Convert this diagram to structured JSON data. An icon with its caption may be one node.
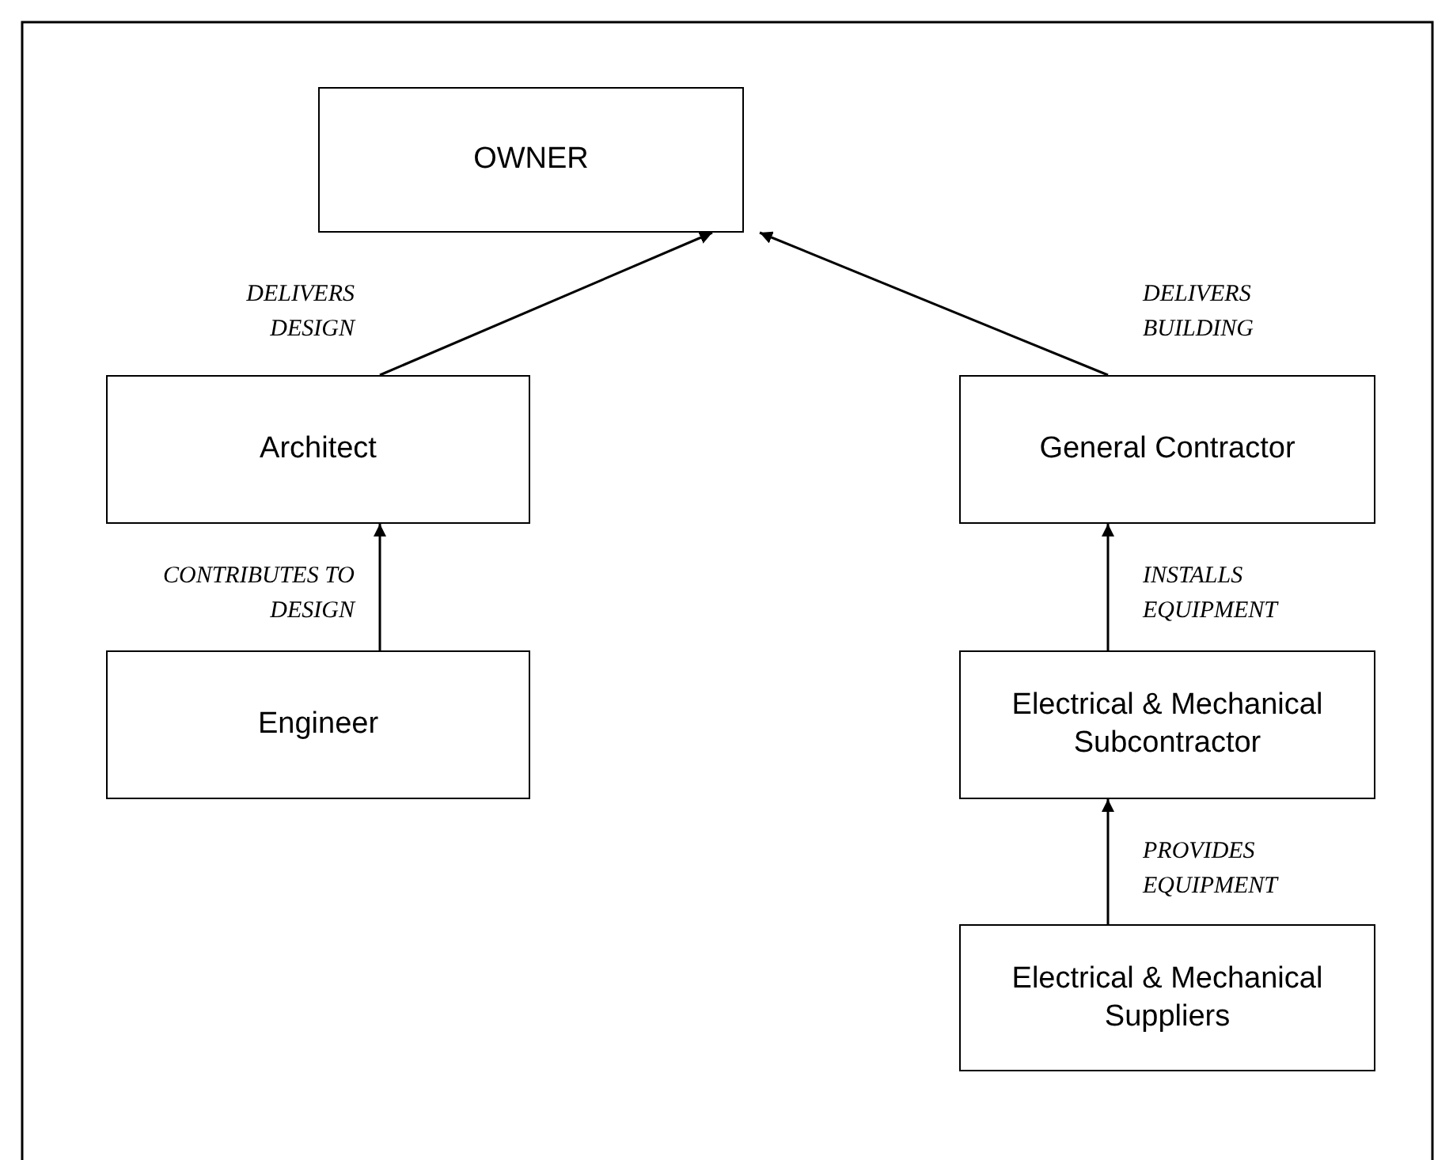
{
  "diagram": {
    "nodes": [
      {
        "text": [
          "OWNER"
        ]
      },
      {
        "text": [
          "Architect"
        ]
      },
      {
        "text": [
          "General Contractor"
        ]
      },
      {
        "text": [
          "Engineer"
        ]
      },
      {
        "text": [
          "Electrical & Mechanical Subcontractor"
        ]
      },
      {
        "text": [
          "Electrical & Mechanical Suppliers"
        ]
      }
    ],
    "edges": [
      {
        "from": 1,
        "to": 0,
        "arrow": "to",
        "label": "DELIVERS DESIGN"
      },
      {
        "from": 2,
        "to": 0,
        "arrow": "to",
        "label": "DELIVERS BUILDING"
      },
      {
        "from": 3,
        "to": 1,
        "arrow": "to",
        "label": "CONTRIBUTES TO DESIGN"
      },
      {
        "from": 4,
        "to": 2,
        "arrow": "to",
        "label": "INSTALLS EQUIPMENT"
      },
      {
        "from": 5,
        "to": 4,
        "arrow": "to",
        "label": "PROVIDES EQUIPMENT"
      }
    ]
  }
}
